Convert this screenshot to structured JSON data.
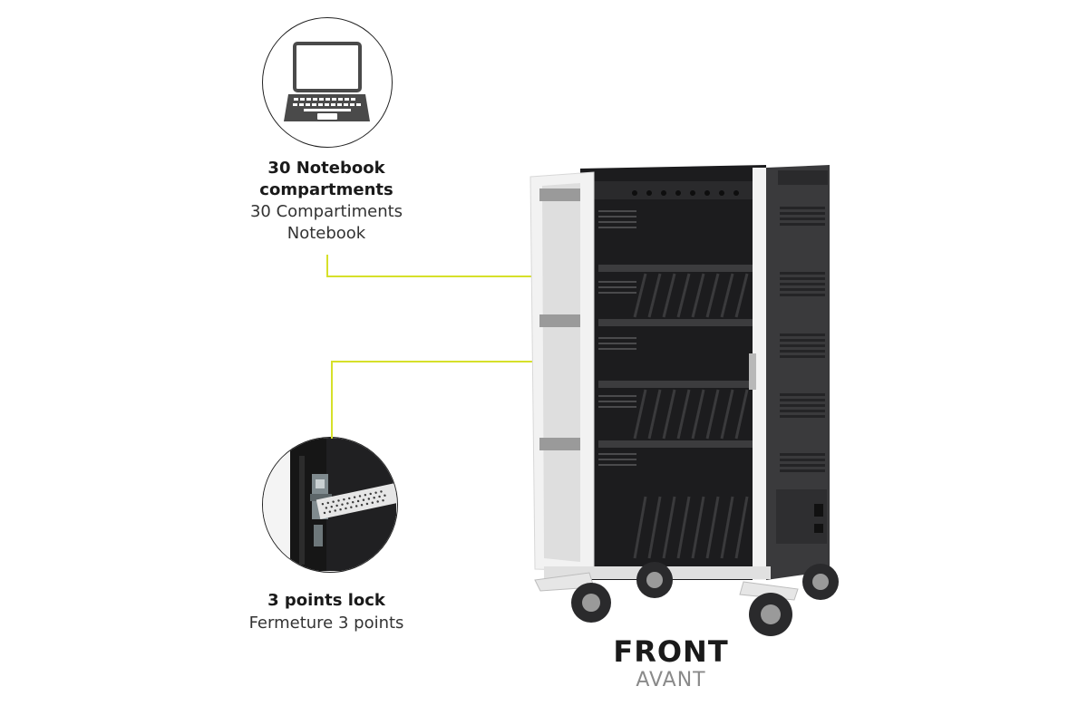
{
  "features": [
    {
      "title_line1": "30 Notebook",
      "title_line2": "compartments",
      "sub_line1": "30 Compartiments",
      "sub_line2": "Notebook",
      "icon": "laptop-icon"
    },
    {
      "title_line1": "3 points lock",
      "sub_line1": "Fermeture 3 points",
      "icon": "lock-detail-icon"
    }
  ],
  "view": {
    "label": "FRONT",
    "sub_label": "AVANT"
  },
  "colors": {
    "callout_line": "#d6e02a",
    "cabinet_body": "#3a3a3c",
    "cabinet_inner": "#1c1c1e",
    "door_white": "#f2f2f2"
  }
}
